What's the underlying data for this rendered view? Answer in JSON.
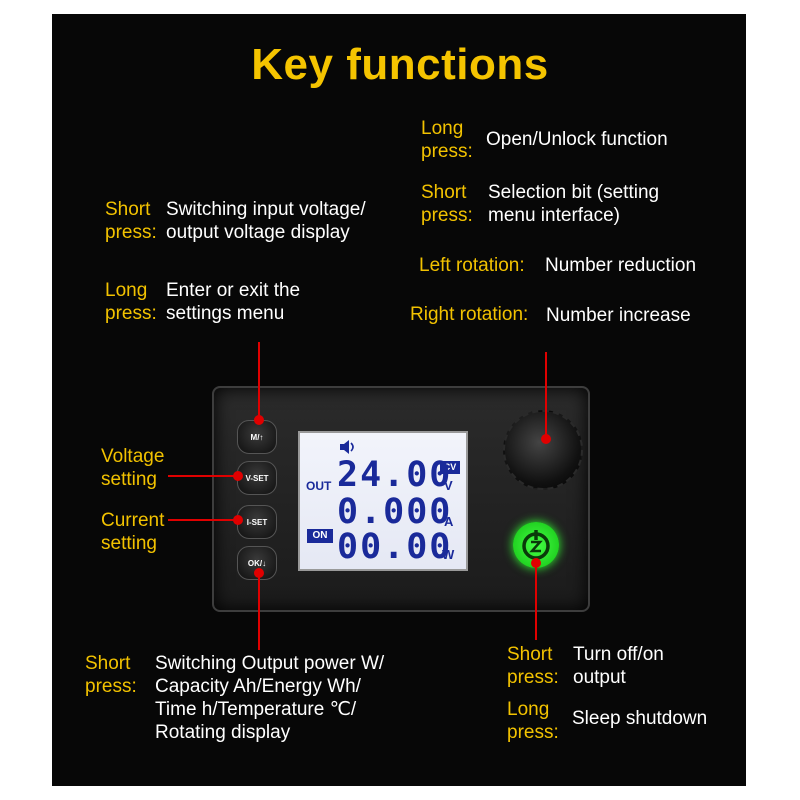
{
  "title": "Key functions",
  "mode_btn": {
    "short_label_1": "Short",
    "short_label_2": "press:",
    "short_text_1": "Switching input voltage/",
    "short_text_2": "output voltage display",
    "long_label_1": "Long",
    "long_label_2": "press:",
    "long_text_1": "Enter or exit the",
    "long_text_2": "settings menu"
  },
  "voltage_setting": {
    "line1": "Voltage",
    "line2": "setting"
  },
  "current_setting": {
    "line1": "Current",
    "line2": "setting"
  },
  "ok_btn": {
    "label_1": "Short",
    "label_2": "press:",
    "text_1": "Switching Output power W/",
    "text_2": "Capacity Ah/Energy Wh/",
    "text_3": "Time h/Temperature ℃/",
    "text_4": "Rotating display"
  },
  "knob": {
    "long_label_1": "Long",
    "long_label_2": "press:",
    "long_text": "Open/Unlock function",
    "short_label_1": "Short",
    "short_label_2": "press:",
    "short_text_1": "Selection bit (setting",
    "short_text_2": "menu interface)",
    "left_label": "Left rotation:",
    "left_text": "Number reduction",
    "right_label": "Right rotation:",
    "right_text": "Number increase"
  },
  "power_btn": {
    "short_label_1": "Short",
    "short_label_2": "press:",
    "short_text_1": "Turn off/on",
    "short_text_2": "output",
    "long_label_1": "Long",
    "long_label_2": "press:",
    "long_text": "Sleep shutdown"
  },
  "device": {
    "btn_m": "M/↑",
    "btn_vset": "V-SET",
    "btn_iset": "I-SET",
    "btn_ok": "OK/↓",
    "lcd_out": "OUT",
    "lcd_on": "ON",
    "lcd_cv": "CV",
    "voltage": "24.00",
    "current": "0.000",
    "power": "00.00",
    "unit_v": "V",
    "unit_a": "A",
    "unit_w": "W"
  },
  "colors": {
    "label": "#f2c200",
    "text": "#ffffff",
    "lcd_digit": "#1a2a9a",
    "pointer": "#e00000",
    "power": "#22dd22"
  }
}
